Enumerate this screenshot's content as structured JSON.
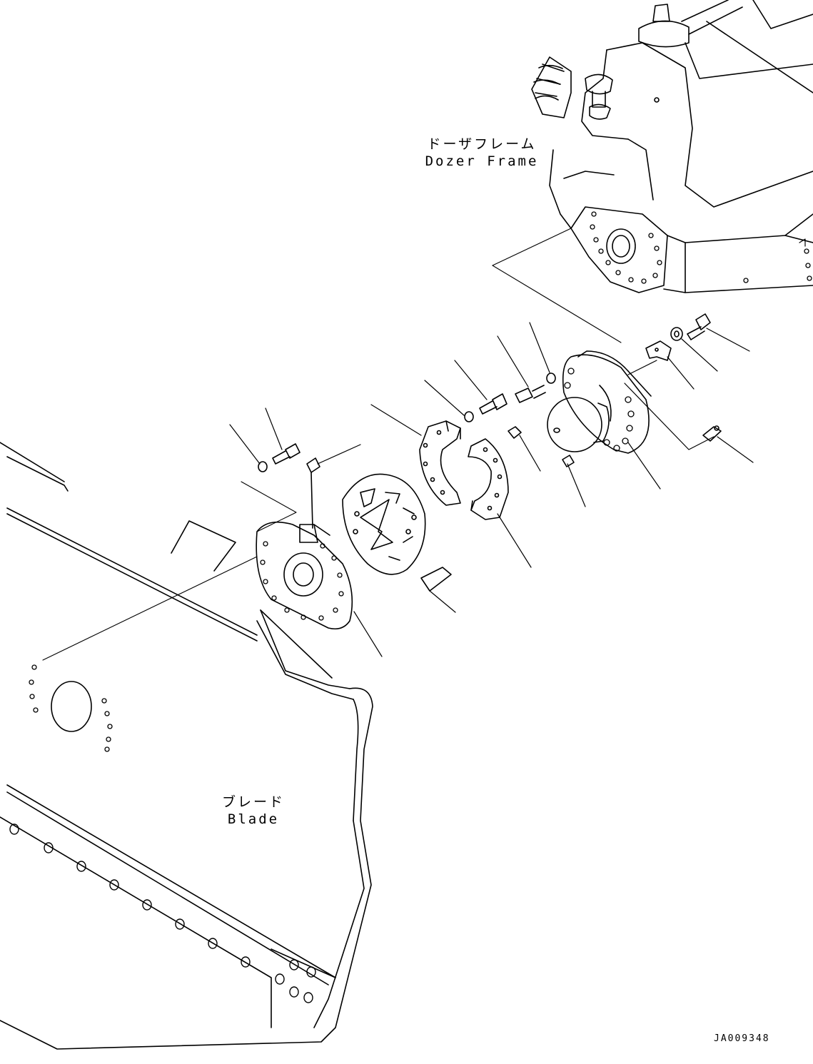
{
  "labels": {
    "dozer_frame_jp": "ドーザフレーム",
    "dozer_frame_en": "Dozer Frame",
    "blade_jp": "ブレード",
    "blade_en": "Blade",
    "drawing_id": "JA009348"
  },
  "colors": {
    "line": "#000000",
    "background": "#ffffff"
  }
}
